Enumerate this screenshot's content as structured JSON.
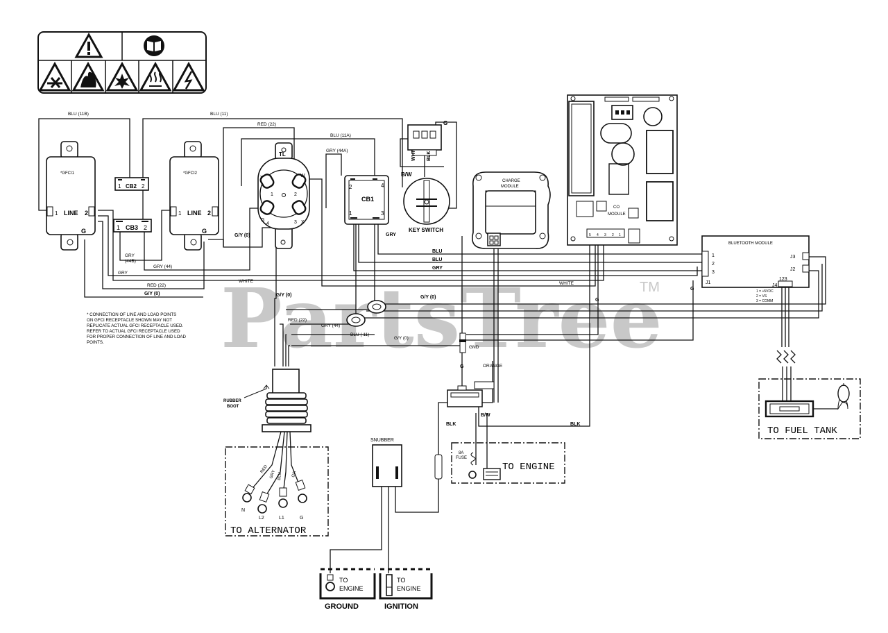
{
  "watermark": {
    "text": "PartsTree",
    "tm": "TM"
  },
  "warning_icons": [
    "warning-triangle-icon",
    "manual-book-icon",
    "fan-hazard-icon",
    "fire-hazard-icon",
    "explosion-hazard-icon",
    "hot-surface-icon",
    "electric-shock-icon"
  ],
  "gfci1": {
    "label": "*GFCI1",
    "line": "LINE",
    "pin1": "1",
    "pin2": "2",
    "ground": "G"
  },
  "gfci2": {
    "label": "*GFCI2",
    "line": "LINE",
    "pin1": "1",
    "pin2": "2",
    "ground": "G"
  },
  "cb2": {
    "label": "CB2",
    "pin1": "1",
    "pin2": "2"
  },
  "cb3": {
    "label": "CB3",
    "pin1": "1",
    "pin2": "2"
  },
  "cb1": {
    "label": "CB1",
    "pin1": "1",
    "pin2": "2",
    "pin3": "3",
    "pin4": "4"
  },
  "receptacle": {
    "tl": "TL",
    "y": "Y",
    "w": "W",
    "g": "G",
    "x": "X",
    "p1": "1",
    "p2": "2",
    "p3": "3",
    "p4": "4"
  },
  "key_switch": {
    "label": "KEY SWITCH",
    "wht": "WHT",
    "blk": "BLK",
    "g": "G",
    "bw": "B/W"
  },
  "charge_module": {
    "line1": "CHARGE",
    "line2": "MODULE"
  },
  "co_module": {
    "line1": "CO",
    "line2": "MODULE",
    "pins": [
      "5",
      "4",
      "3",
      "2",
      "1"
    ]
  },
  "bluetooth_module": {
    "title": "BLUETOOTH MODULE",
    "j1": "J1",
    "j2": "J2",
    "j3": "J3",
    "j4": "J4",
    "pins": [
      "1",
      "2",
      "3"
    ],
    "j4pins": "123",
    "legend": [
      "1 = +5VDC",
      "2 = VS",
      "3 = COMM"
    ]
  },
  "wires": {
    "blu11b": "BLU (11B)",
    "blu11": "BLU (11)",
    "red22": "RED (22)",
    "blu11a": "BLU (11A)",
    "gry44a": "GRY (44A)",
    "gry44b": "GRY",
    "gry44b2": "(44B)",
    "gry44": "GRY (44)",
    "gry": "GRY",
    "red22_b": "RED (22)",
    "white": "WHITE",
    "gy0": "G/Y (0)",
    "gy0_mid": "G/Y (0)",
    "gy0_gfci": "G/Y (0)",
    "blu": "BLU",
    "blu2": "BLU",
    "gry2": "GRY",
    "gry_cb1": "GRY",
    "white_right": "WHITE",
    "g_bt": "G",
    "g_co": "G",
    "gy0_top": "G/Y (0)",
    "red22_c": "RED (22)",
    "gry44_c": "GRY (44)",
    "blu11_c": "BLU ( 11)",
    "gy0_c": "G/Y (0)",
    "gnd": "GND",
    "g_lower": "G",
    "orange": "ORANGE",
    "blk_left": "BLK",
    "bw": "B/W",
    "blk_right": "BLK"
  },
  "note": {
    "lines": [
      "* CONNECTION OF LINE AND LOAD POINTS",
      "ON GFCI RECEPTACLE SHOWN MAY NOT",
      "REPLICATE ACTUAL GFCI RECEPTACLE USED.",
      "REFER TO ACTUAL GFCI RECEPTACLE USED",
      "FOR PROPER CONNECTION OF LINE AND LOAD",
      "POINTS."
    ]
  },
  "rubber_boot": {
    "line1": "RUBBER",
    "line2": "BOOT"
  },
  "alternator": {
    "label": "TO ALTERNATOR",
    "wire_colors": [
      "RED",
      "GRY",
      "BLU",
      "G/Y"
    ],
    "terminals": [
      "N",
      "L2",
      "L1",
      "G"
    ]
  },
  "engine": {
    "label": "TO ENGINE",
    "fuse1": "8A",
    "fuse2": "FUSE"
  },
  "snubber": {
    "label": "SNUBBER"
  },
  "ground_box": {
    "to": "TO",
    "engine": "ENGINE",
    "caption": "GROUND"
  },
  "ignition_box": {
    "to": "TO",
    "engine": "ENGINE",
    "caption": "IGNITION"
  },
  "fuel_tank": {
    "label": "TO FUEL TANK"
  }
}
